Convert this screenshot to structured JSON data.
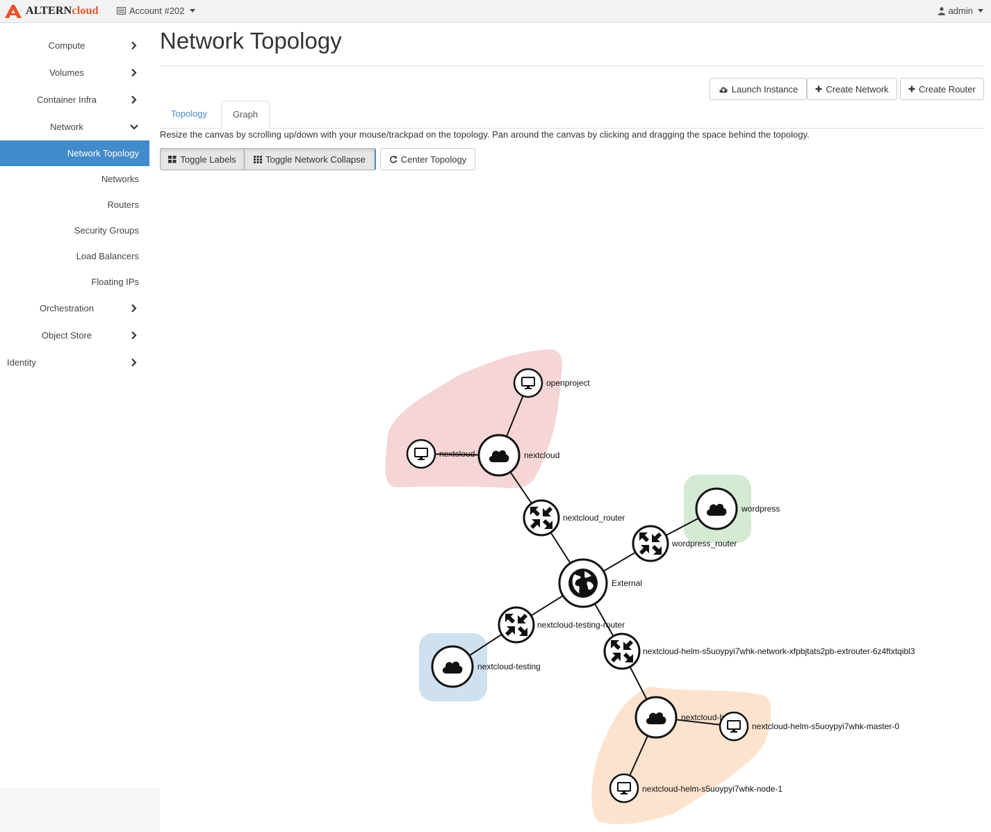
{
  "header": {
    "brand_altern": "ALTERN",
    "brand_cloud": "cloud",
    "account_label": "Account #202",
    "user_label": "admin",
    "logo_icon": "altern-logo-icon",
    "account_icon": "list-icon",
    "user_icon": "user-icon"
  },
  "sidebar": {
    "items": [
      {
        "label": "Compute",
        "icon": "chevron-right-icon"
      },
      {
        "label": "Volumes",
        "icon": "chevron-right-icon"
      },
      {
        "label": "Container Infra",
        "icon": "chevron-right-icon"
      },
      {
        "label": "Network",
        "icon": "chevron-down-icon"
      }
    ],
    "network_children": [
      {
        "label": "Network Topology",
        "active": true
      },
      {
        "label": "Networks"
      },
      {
        "label": "Routers"
      },
      {
        "label": "Security Groups"
      },
      {
        "label": "Load Balancers"
      },
      {
        "label": "Floating IPs"
      }
    ],
    "items_after": [
      {
        "label": "Orchestration",
        "icon": "chevron-right-icon"
      },
      {
        "label": "Object Store",
        "icon": "chevron-right-icon"
      },
      {
        "label": "Identity",
        "icon": "chevron-right-icon"
      }
    ]
  },
  "page": {
    "title": "Network Topology",
    "help_text": "Resize the canvas by scrolling up/down with your mouse/trackpad on the topology. Pan around the canvas by clicking and dragging the space behind the topology."
  },
  "actions": {
    "launch_instance": "Launch Instance",
    "create_network": "Create Network",
    "create_router": "Create Router"
  },
  "tabs": [
    {
      "label": "Topology",
      "active": false
    },
    {
      "label": "Graph",
      "active": true
    }
  ],
  "toolbar": {
    "toggle_labels": "Toggle Labels",
    "toggle_network_collapse": "Toggle Network Collapse",
    "center_topology": "Center Topology"
  },
  "graph": {
    "accent": "#428bca",
    "group_colors": {
      "nextcloud": "#f5d5d5",
      "wordpress": "#d4ead3",
      "nextcloud_testing": "#cfe0ee",
      "nextcloud_helm": "#fde3cd"
    },
    "nodes": {
      "openproject": {
        "label": "openproject",
        "kind": "instance"
      },
      "nextcloud_instance": {
        "label": "nextcloud",
        "kind": "instance"
      },
      "nextcloud_net": {
        "label": "nextcloud",
        "kind": "network"
      },
      "nextcloud_router": {
        "label": "nextcloud_router",
        "kind": "router"
      },
      "wordpress_net": {
        "label": "wordpress",
        "kind": "network"
      },
      "wordpress_router": {
        "label": "wordpress_router",
        "kind": "router"
      },
      "external": {
        "label": "External",
        "kind": "external"
      },
      "testing_router": {
        "label": "nextcloud-testing-router",
        "kind": "router"
      },
      "helm_router": {
        "label": "nextcloud-helm-s5uoypyi7whk-network-xfpbjtats2pb-extrouter-6z4ftxtqibl3",
        "kind": "router"
      },
      "testing_net": {
        "label": "nextcloud-testing",
        "kind": "network"
      },
      "helm_net": {
        "label": "nextcloud-h",
        "kind": "network"
      },
      "helm_master": {
        "label": "nextcloud-helm-s5uoypyi7whk-master-0",
        "kind": "instance"
      },
      "helm_node": {
        "label": "nextcloud-helm-s5uoypyi7whk-node-1",
        "kind": "instance"
      }
    }
  }
}
